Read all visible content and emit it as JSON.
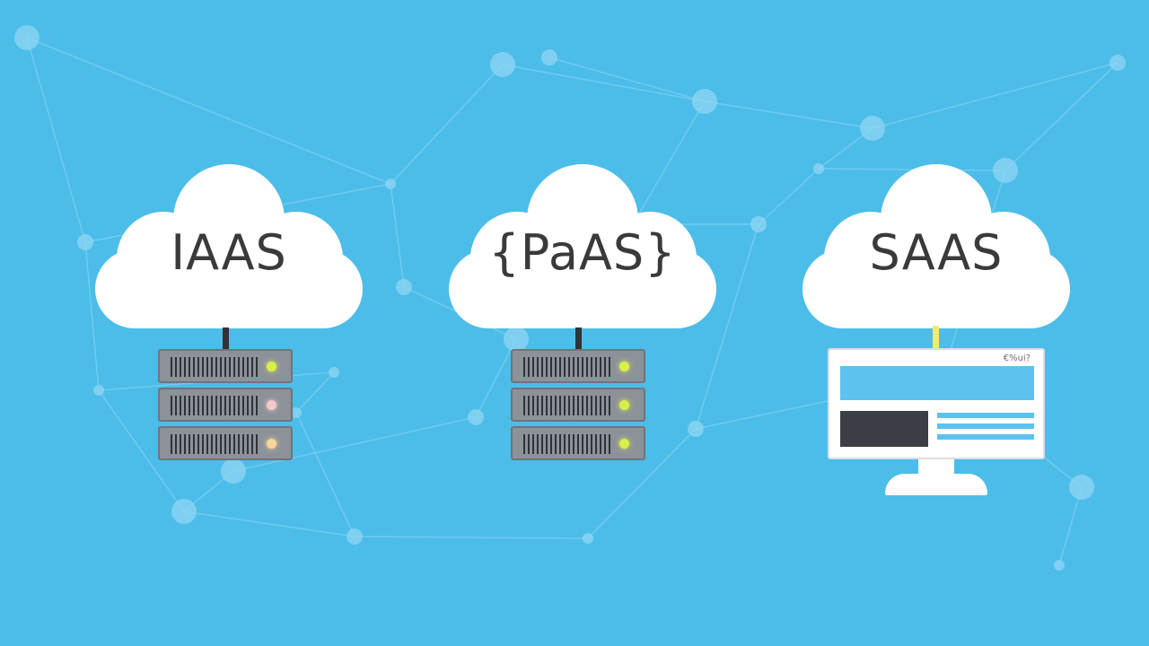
{
  "colors": {
    "background": "#4cbde9",
    "network_line": "#7fd1f2",
    "network_node": "#8fd6f3",
    "cloud_fill": "#ffffff",
    "label_text": "#3a3a3a",
    "server_body": "#8d9299",
    "led_green": "#d8f04a",
    "led_pink": "#f3c8c8",
    "led_peach": "#f7d59a",
    "saas_wire": "#f1ec6a",
    "server_wire": "#2f3338"
  },
  "diagram": {
    "clouds": [
      {
        "id": "iaas",
        "label": "IAAS",
        "icon": "server-rack-icon",
        "leds": [
          "#d8f04a",
          "#f3c8c8",
          "#f7d59a"
        ]
      },
      {
        "id": "paas",
        "label": "{PaAS}",
        "icon": "server-rack-icon",
        "leds": [
          "#d8f04a",
          "#d8f04a",
          "#d8f04a"
        ]
      },
      {
        "id": "saas",
        "label": "SAAS",
        "icon": "monitor-icon",
        "monitor_tag": "€%ui?"
      }
    ]
  }
}
